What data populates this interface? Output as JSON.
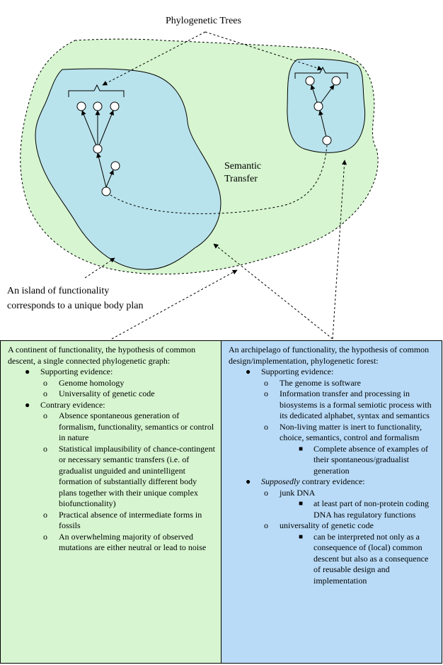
{
  "diagram": {
    "title": "Phylogenetic Trees",
    "semantic_transfer": [
      "Semantic",
      "Transfer"
    ],
    "island_caption": [
      "An island of functionality",
      "corresponds to a unique body plan"
    ],
    "colors": {
      "continent": "#d6f5d0",
      "island": "#b9e3ec",
      "stroke": "#000000"
    }
  },
  "left_box": {
    "intro": "A continent of functionality, the hypothesis of common descent, a single connected phylogenetic graph:",
    "supporting_label": "Supporting evidence:",
    "supporting": [
      "Genome homology",
      "Universality of genetic code"
    ],
    "contrary_label": "Contrary evidence:",
    "contrary": [
      "Absence spontaneous generation of formalism, functionality, semantics or control in nature",
      "Statistical implausibility of chance-contingent or necessary semantic transfers (i.e. of gradualist unguided and unintelligent formation of substantially different body plans together with their unique complex biofunctionality)",
      "Practical absence of intermediate forms in fossils",
      "An overwhelming majority of observed mutations are either neutral or lead to noise"
    ],
    "bg": "#d6f5d0"
  },
  "right_box": {
    "intro": "An archipelago of functionality, the hypothesis of common design/implementation, phylogenetic forest:",
    "supporting_label": "Supporting evidence:",
    "supporting": [
      "The genome is software",
      "Information transfer and processing in biosystems is a formal semiotic process with its dedicated alphabet, syntax and semantics",
      "Non-living matter is inert to functionality, choice, semantics, control and formalism"
    ],
    "supporting_sub": "Complete absence of examples of  their spontaneous/gradualist generation",
    "contrary_label_em": "Supposedly",
    "contrary_label_rest": " contrary evidence:",
    "junk_label": "junk DNA",
    "junk_sub": "at least part of non-protein coding DNA has regulatory functions",
    "univ_label": "universality of genetic code",
    "univ_sub": "can be interpreted not only as a consequence of (local) common descent but also as a consequence of reusable design and implementation",
    "bg": "#b9dbf7"
  },
  "bullets": {
    "l1": "●",
    "l2": "o",
    "l3": "■"
  }
}
